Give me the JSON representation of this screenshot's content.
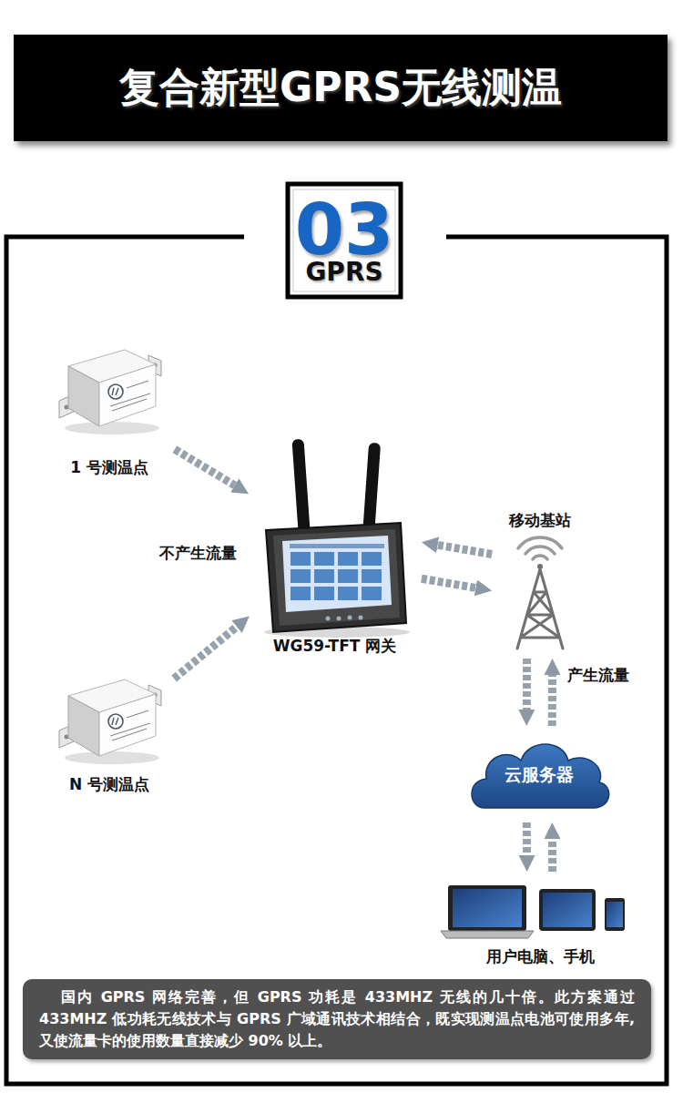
{
  "diagram": {
    "title": "复合新型GPRS无线测温",
    "caption": "国内 GPRS 网络完善，但 GPRS 功耗是 433MHZ 无线的几十倍。此方案通过 433MHZ 低功耗无线技术与 GPRS 广域通讯技术相结合，既实现测温点电池可使用多年,又使流量卡的使用数量直接减少 90% 以上。",
    "nodes": [
      {
        "text": [
          "1 号测温点"
        ]
      },
      {
        "text": [
          "WG59-TFT 网关"
        ]
      },
      {
        "text": [
          "移动基站"
        ]
      },
      {
        "text": [
          "N 号测温点"
        ]
      },
      {
        "text": [
          "云服务器"
        ]
      },
      {
        "text": [
          "用户电脑、手机"
        ]
      }
    ],
    "edges": [
      {
        "from": 0,
        "to": 1,
        "arrow": "to"
      },
      {
        "from": 3,
        "to": 1,
        "arrow": "to"
      },
      {
        "from": 2,
        "to": 1,
        "arrow": "to"
      },
      {
        "from": 1,
        "to": 2,
        "arrow": "to"
      },
      {
        "from": 2,
        "to": 4,
        "arrow": "to"
      },
      {
        "from": 4,
        "to": 2,
        "arrow": "to",
        "label": "产生流量"
      },
      {
        "from": 4,
        "to": 5,
        "arrow": "to"
      },
      {
        "from": 5,
        "to": 4,
        "arrow": "to"
      }
    ],
    "labels": [
      "03",
      "GPRS",
      "不产生流量"
    ]
  }
}
